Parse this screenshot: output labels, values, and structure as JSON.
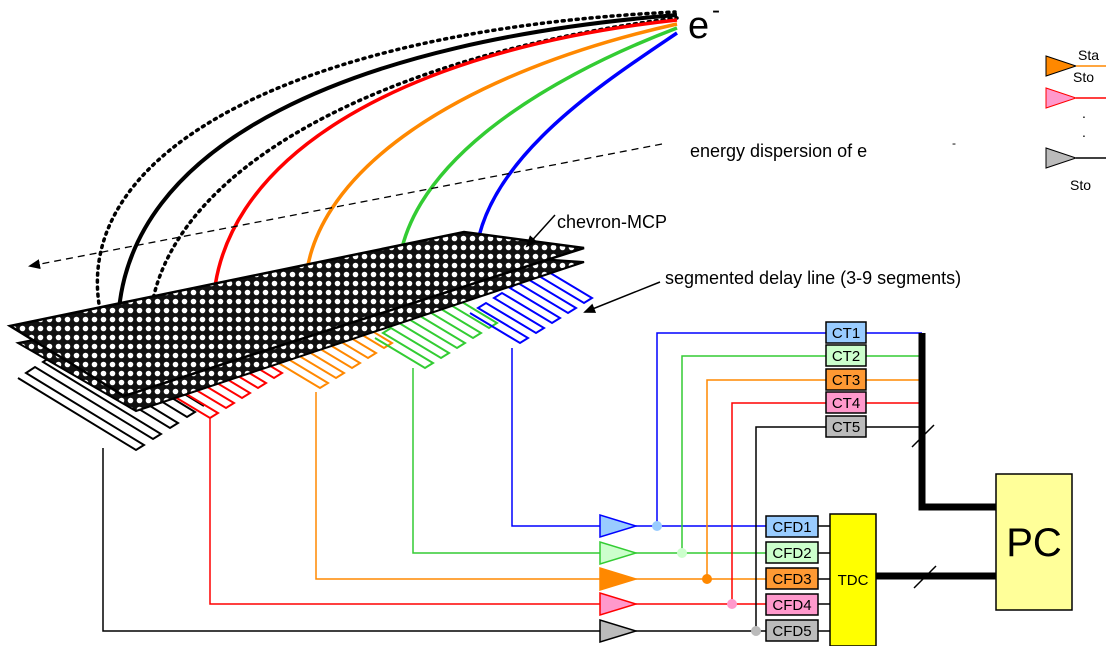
{
  "electron_label": "e",
  "electron_superscript": "-",
  "labels": {
    "energy_dispersion": "energy dispersion of e",
    "energy_dispersion_sup": "-",
    "mcp": "chevron-MCP",
    "delay_line": "segmented delay line (3-9 segments)"
  },
  "legend": {
    "start": "Sta",
    "stop1": "Sto",
    "dot1": ".",
    "dot2": ".",
    "stop2": "Sto"
  },
  "counters": [
    "CT1",
    "CT2",
    "CT3",
    "CT4",
    "CT5"
  ],
  "discriminators": [
    "CFD1",
    "CFD2",
    "CFD3",
    "CFD4",
    "CFD5"
  ],
  "tdc_label": "TDC",
  "pc_label": "PC",
  "colors": {
    "seg1": "#0000ff",
    "seg2": "#33cc33",
    "seg3": "#ff8800",
    "seg4": "#ff0000",
    "seg5": "#000000",
    "ct1_fill": "#99ccff",
    "ct2_fill": "#ccffcc",
    "ct3_fill": "#ff9933",
    "ct4_fill": "#ff99cc",
    "ct5_fill": "#bbbbbb",
    "tdc_fill": "#ffff00",
    "pc_fill": "#ffff99"
  }
}
